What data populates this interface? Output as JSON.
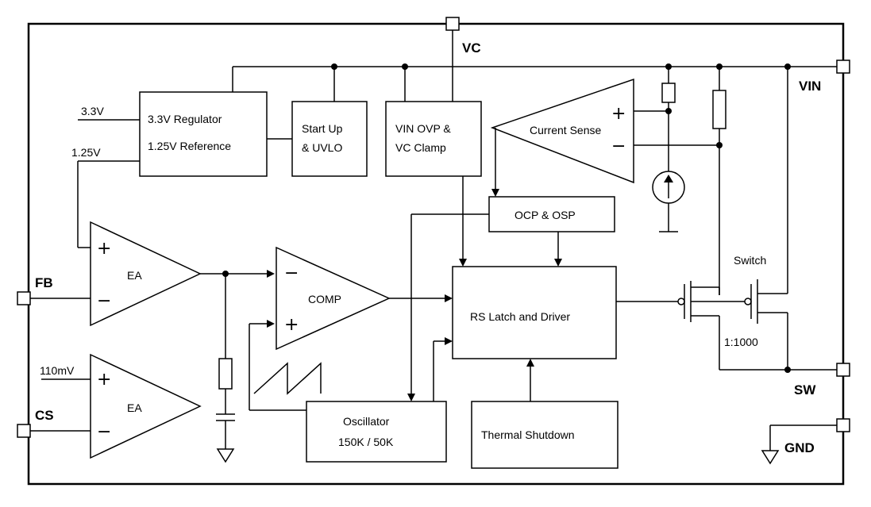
{
  "pins": {
    "vc": "VC",
    "vin": "VIN",
    "fb": "FB",
    "cs": "CS",
    "sw": "SW",
    "gnd": "GND"
  },
  "blocks": {
    "regulator_line1": "3.3V Regulator",
    "regulator_line2": "1.25V Reference",
    "startup_line1": "Start Up",
    "startup_line2": "& UVLO",
    "ovp_line1": "VIN OVP &",
    "ovp_line2": "VC Clamp",
    "current_sense": "Current Sense",
    "ocp": "OCP & OSP",
    "ea1": "EA",
    "ea2": "EA",
    "comp": "COMP",
    "rs_latch": "RS Latch and Driver",
    "oscillator_line1": "Oscillator",
    "oscillator_line2": "150K / 50K",
    "thermal": "Thermal Shutdown"
  },
  "labels": {
    "v33": "3.3V",
    "v125": "1.25V",
    "v110m": "110mV",
    "switch": "Switch",
    "ratio": "1:1000"
  },
  "symbols": {
    "plus": "+",
    "minus": "−"
  }
}
